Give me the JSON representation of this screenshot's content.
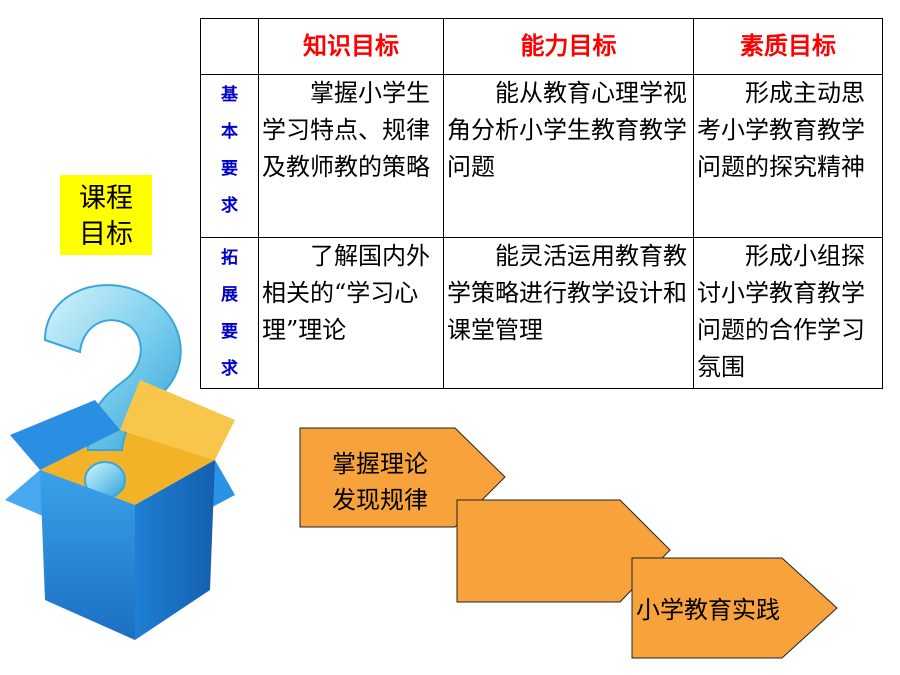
{
  "side_label": {
    "line1": "课程",
    "line2": "目标"
  },
  "table": {
    "headers": [
      "知识目标",
      "能力目标",
      "素质目标"
    ],
    "rows": [
      {
        "label": [
          "基",
          "本",
          "要",
          "求"
        ],
        "cells": [
          "掌握小学生学习特点、规律及教师教的策略",
          "能从教育心理学视角分析小学生教育教学问题",
          "形成主动思考小学教育教学问题的探究精神"
        ]
      },
      {
        "label": [
          "拓",
          "展",
          "要",
          "求"
        ],
        "cells": [
          "了解国内外相关的“学习心理”理论",
          "能灵活运用教育教学策略进行教学设计和课堂管理",
          "形成小组探讨小学教育教学问题的合作学习氛围"
        ]
      }
    ]
  },
  "flow": {
    "step1": {
      "line1": "掌握理论",
      "line2": "发现规律"
    },
    "step2": "",
    "step3": "小学教育实践"
  },
  "colors": {
    "label_bg": "#ffff00",
    "header_text": "#ff0000",
    "row_label_text": "#0000cc",
    "arrow_fill": "#f7a23a",
    "box_blue": "#1f8fe0",
    "question_mark": "#6ec8ea"
  },
  "icons": {
    "illustration": "question-mark-box-icon"
  }
}
